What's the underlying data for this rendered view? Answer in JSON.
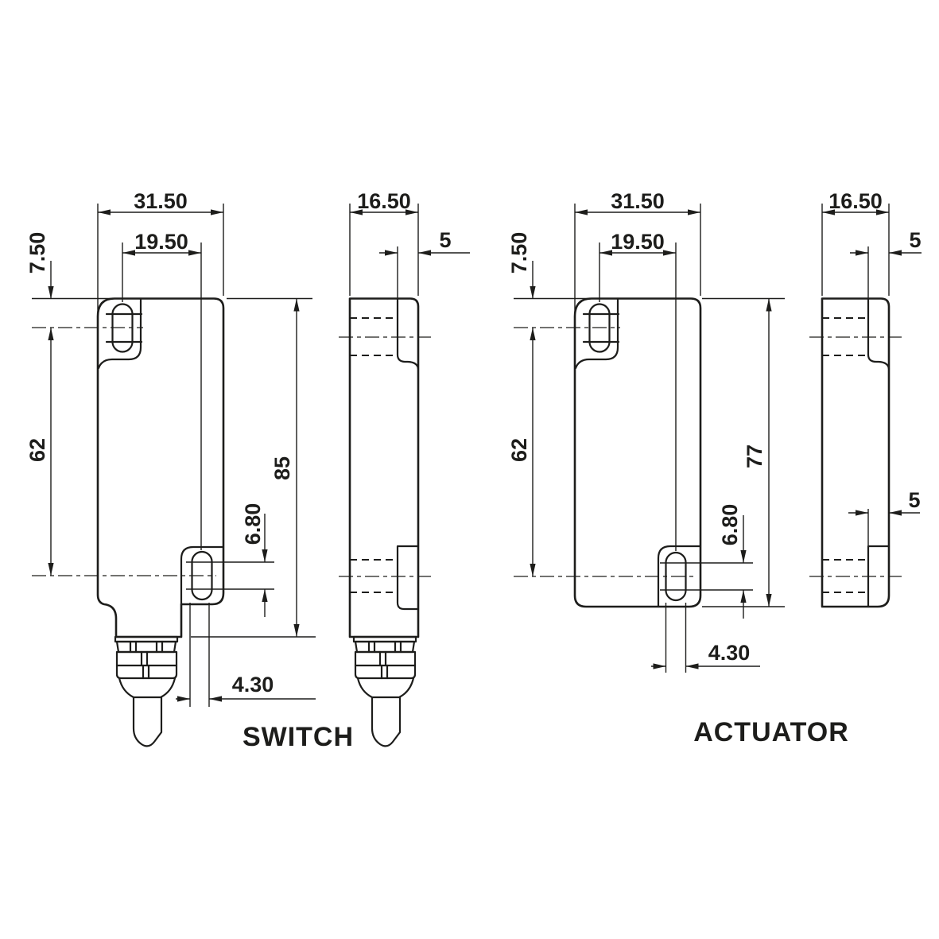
{
  "drawing": {
    "labels": {
      "switch_title": "SWITCH",
      "actuator_title": "ACTUATOR"
    },
    "switch": {
      "front": {
        "width": "31.50",
        "hole_spacing": "19.50",
        "edge_to_hole": "7.50",
        "hole_centers": "62",
        "height": "85",
        "slot_length": "6.80",
        "slot_offset": "4.30"
      },
      "side": {
        "depth": "16.50",
        "recess_depth": "5"
      }
    },
    "actuator": {
      "front": {
        "width": "31.50",
        "hole_spacing": "19.50",
        "edge_to_hole": "7.50",
        "hole_centers": "62",
        "height": "77",
        "slot_length": "6.80",
        "slot_offset": "4.30"
      },
      "side": {
        "depth": "16.50",
        "recess_depth_top": "5",
        "recess_depth_bottom": "5"
      }
    },
    "colors": {
      "line": "#1d1d1b",
      "background": "#ffffff"
    }
  }
}
